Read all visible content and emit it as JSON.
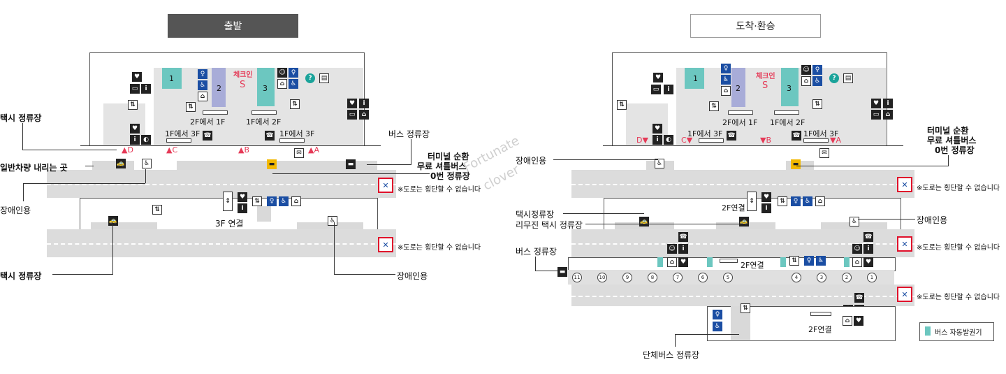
{
  "departure": {
    "header": "출발",
    "checkin": "체크인",
    "checkin_letter": "S",
    "counters": [
      "1",
      "2",
      "3"
    ],
    "floor_2f_to_1f": "2F에서 1F",
    "floor_1f_to_2f": "1F에서 2F",
    "floor_1f_to_3f_a": "1F에서 3F",
    "floor_1f_to_3f_b": "1F에서 3F",
    "gates": [
      "D",
      "C",
      "B",
      "A"
    ],
    "taxi_stand_top": "택시 정류장",
    "bus_stop": "버스 정류장",
    "dropoff": "일반차량 내리는 곳",
    "shuttle_1": "터미널 순환",
    "shuttle_2": "무료 셔틀버스",
    "shuttle_3": "0번 정류장",
    "accessible_left": "장애인용",
    "connect_3f": "3F 연결",
    "no_crossing_1": "※도로는 횡단할 수 없습니다",
    "no_crossing_2": "※도로는 횡단할 수 없습니다",
    "taxi_stand_bottom": "택시 정류장",
    "accessible_right": "장애인용"
  },
  "watermark": {
    "line1": "Fortunate",
    "line2": "clover"
  },
  "arrival": {
    "header": "도착·환승",
    "checkin": "체크인",
    "checkin_letter": "S",
    "counters": [
      "1",
      "2",
      "3"
    ],
    "floor_2f_to_1f": "2F에서 1F",
    "floor_1f_to_2f": "1F에서 2F",
    "floor_1f_to_3f_a": "1F에서 3F",
    "floor_1f_to_3f_b": "1F에서 3F",
    "gates": [
      "D",
      "C",
      "B",
      "A"
    ],
    "shuttle_1": "터미널 순환",
    "shuttle_2": "무료 셔틀버스",
    "shuttle_3": "0번 정류장",
    "accessible_top": "장애인용",
    "taxi_stand": "택시정류장",
    "limousine_taxi": "리무진 택시 정류장",
    "connect_2f_a": "2F연결",
    "connect_2f_b": "2F연결",
    "connect_2f_c": "2F연결",
    "accessible_right": "장애인용",
    "bus_stop": "버스 정류장",
    "bus_stop_numbers": [
      "11",
      "10",
      "9",
      "8",
      "7",
      "6",
      "5",
      "4",
      "3",
      "2",
      "1"
    ],
    "no_crossing_1": "※도로는 횡단할 수 없습니다",
    "no_crossing_2": "※도로는 횡단할 수 없습니다",
    "no_crossing_3": "※도로는 횡단할 수 없습니다",
    "group_bus": "단체버스 정류장",
    "legend_ticket": "버스 자동발권기"
  },
  "icons": {
    "taxi": "taxi-icon",
    "wheelchair": "wheelchair-icon",
    "bus": "bus-icon",
    "elevator": "elevator-icon",
    "restroom": "restroom-icon",
    "phone": "phone-icon",
    "mail": "mail-icon",
    "info": "info-icon",
    "aed": "aed-icon",
    "smoking": "smoking-icon",
    "ticket_machine_color": "#6cc7c0",
    "gate_color": "#e53a57"
  }
}
